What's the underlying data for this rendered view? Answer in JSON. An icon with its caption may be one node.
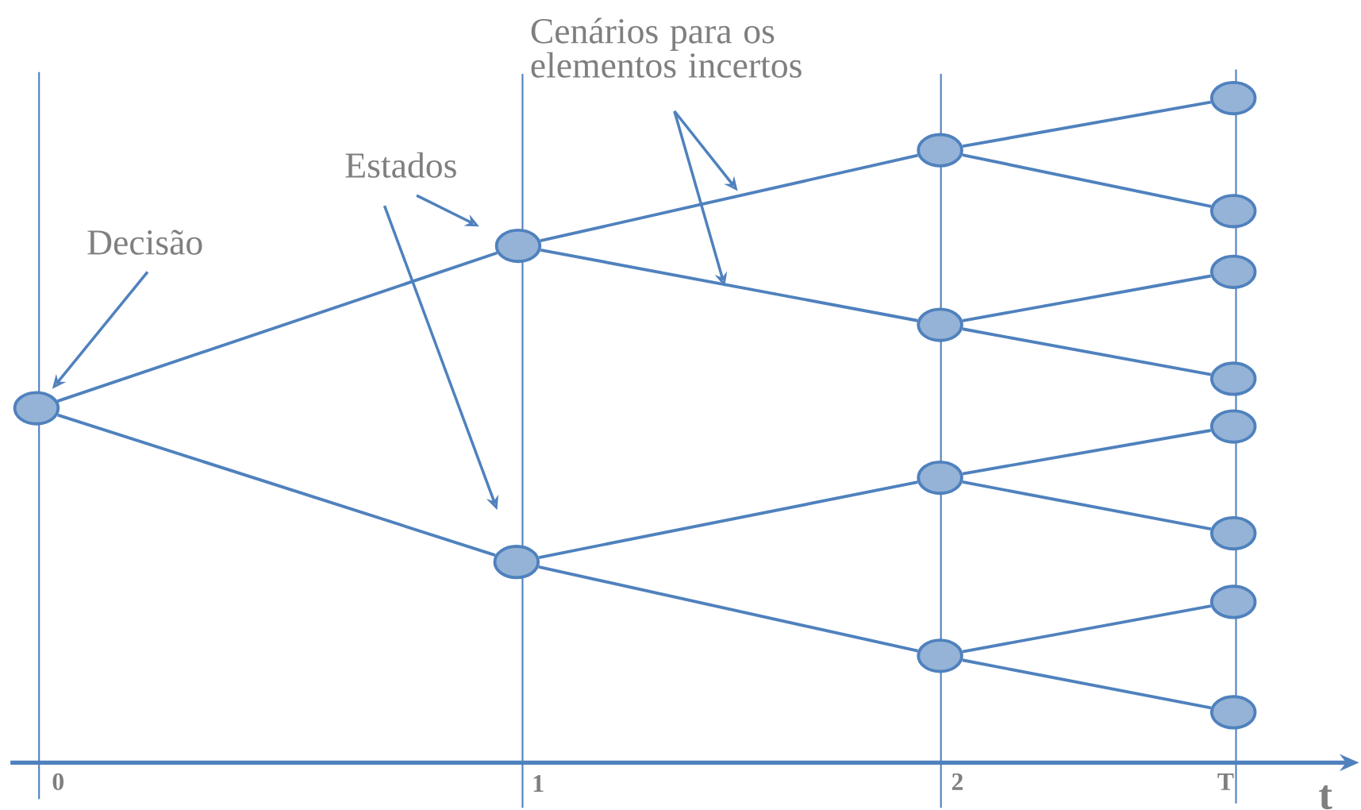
{
  "diagram": {
    "nodes": [
      {
        "text": [
          "Cenários para os elementos incertos"
        ]
      },
      {
        "text": [
          "Estados"
        ]
      },
      {
        "text": [
          "Decisão"
        ]
      },
      {
        "text": [],
        "shape": "circle"
      },
      {
        "text": [],
        "shape": "circle"
      },
      {
        "text": [],
        "shape": "circle"
      },
      {
        "text": [],
        "shape": "circle"
      },
      {
        "text": [],
        "shape": "circle"
      },
      {
        "text": [],
        "shape": "circle"
      },
      {
        "text": [],
        "shape": "circle"
      },
      {
        "text": [],
        "shape": "circle"
      },
      {
        "text": [],
        "shape": "circle"
      },
      {
        "text": [],
        "shape": "circle"
      },
      {
        "text": [],
        "shape": "circle"
      },
      {
        "text": [],
        "shape": "circle"
      },
      {
        "text": [],
        "shape": "circle"
      },
      {
        "text": [],
        "shape": "circle"
      },
      {
        "text": [],
        "shape": "circle"
      }
    ],
    "edges": [
      {
        "from": 3,
        "to": 4,
        "arrow": "none"
      },
      {
        "from": 3,
        "to": 5,
        "arrow": "none"
      },
      {
        "from": 4,
        "to": 6,
        "arrow": "none"
      },
      {
        "from": 4,
        "to": 7,
        "arrow": "none"
      },
      {
        "from": 5,
        "to": 8,
        "arrow": "none"
      },
      {
        "from": 5,
        "to": 9,
        "arrow": "none"
      },
      {
        "from": 6,
        "to": 10,
        "arrow": "none"
      },
      {
        "from": 6,
        "to": 11,
        "arrow": "none"
      },
      {
        "from": 7,
        "to": 12,
        "arrow": "none"
      },
      {
        "from": 7,
        "to": 13,
        "arrow": "none"
      },
      {
        "from": 8,
        "to": 14,
        "arrow": "none"
      },
      {
        "from": 8,
        "to": 15,
        "arrow": "none"
      },
      {
        "from": 9,
        "to": 16,
        "arrow": "none"
      },
      {
        "from": 9,
        "to": 17,
        "arrow": "none"
      },
      {
        "from": 2,
        "to": 3,
        "arrow": "to"
      },
      {
        "from": 1,
        "to": 4,
        "arrow": "to"
      },
      {
        "from": 1,
        "to": 5,
        "arrow": "to"
      },
      {
        "from": 0,
        "to": null,
        "arrow": "to"
      },
      {
        "from": 0,
        "to": null,
        "arrow": "to"
      }
    ],
    "labels": [
      "0",
      "1",
      "2",
      "T",
      "t"
    ]
  }
}
